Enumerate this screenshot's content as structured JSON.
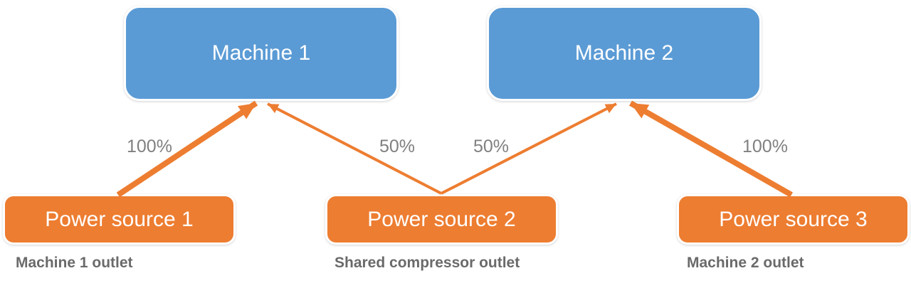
{
  "diagram": {
    "type": "flow-diagram",
    "description_visible": false
  },
  "colors": {
    "machine_fill": "#5B9BD5",
    "source_fill": "#ED7D31",
    "arrow": "#ED7D31",
    "percent_label_gray": "#808080",
    "caption_gray": "#6A6A6A",
    "node_text": "#FFFFFF",
    "background": "#FFFFFF"
  },
  "machines": [
    {
      "label": "Machine 1"
    },
    {
      "label": "Machine 2"
    }
  ],
  "sources": [
    {
      "label": "Power source 1",
      "caption": "Machine 1 outlet"
    },
    {
      "label": "Power source 2",
      "caption": "Shared compressor outlet"
    },
    {
      "label": "Power source 3",
      "caption": "Machine 2 outlet"
    }
  ],
  "connections": [
    {
      "from": "Power source 1",
      "to": "Machine 1",
      "label": "100%",
      "weight": "thick"
    },
    {
      "from": "Power source 2",
      "to": "Machine 1",
      "label": "50%",
      "weight": "thin"
    },
    {
      "from": "Power source 2",
      "to": "Machine 2",
      "label": "50%",
      "weight": "thin"
    },
    {
      "from": "Power source 3",
      "to": "Machine 2",
      "label": "100%",
      "weight": "thick"
    }
  ]
}
